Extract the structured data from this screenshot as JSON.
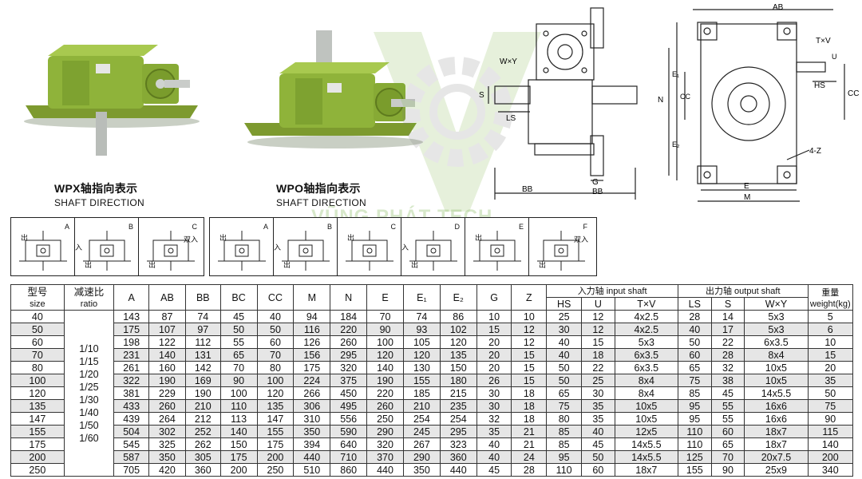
{
  "photos": [
    {
      "title": "WPX轴指向表示",
      "subtitle": "SHAFT DIRECTION"
    },
    {
      "title": "WPO轴指向表示",
      "subtitle": "SHAFT DIRECTION"
    }
  ],
  "watermark": "VŨNG PHÁT TECH",
  "drawing_labels": {
    "wxy": "W×Y",
    "s": "S",
    "ls": "LS",
    "bb": "BB",
    "g": "G",
    "bb2": "BB",
    "ab": "AB",
    "txv": "T×V",
    "u": "U",
    "hs": "HS",
    "cc": "CC",
    "n": "N",
    "e1": "E₁",
    "cc2": "CC",
    "e2": "E₂",
    "fz": "4-Z",
    "e": "E",
    "m": "M"
  },
  "directions": {
    "group1": [
      {
        "letter": "A",
        "labels": [
          "出"
        ]
      },
      {
        "letter": "B",
        "labels": [
          "入",
          "出"
        ]
      },
      {
        "letter": "C",
        "labels": [
          "双入",
          "出"
        ]
      }
    ],
    "group2": [
      {
        "letter": "A",
        "labels": [
          "出"
        ]
      },
      {
        "letter": "B",
        "labels": [
          "入",
          "出"
        ]
      },
      {
        "letter": "C",
        "labels": [
          "出"
        ]
      },
      {
        "letter": "D",
        "labels": [
          "入",
          "出"
        ]
      },
      {
        "letter": "E",
        "labels": [
          "出"
        ]
      },
      {
        "letter": "F",
        "labels": [
          "双入",
          "出"
        ]
      }
    ]
  },
  "table": {
    "h_size": "型号",
    "h_size_en": "size",
    "h_ratio": "减速比",
    "h_ratio_en": "ratio",
    "h_cols": [
      "A",
      "AB",
      "BB",
      "BC",
      "CC",
      "M",
      "N",
      "E",
      "E₁",
      "E₂",
      "G",
      "Z"
    ],
    "h_input": "入力轴 input shaft",
    "h_output": "出力轴 output shaft",
    "h_weight": "重量",
    "h_weight_en": "weight(kg)",
    "h_input_cols": [
      "HS",
      "U",
      "T×V"
    ],
    "h_output_cols": [
      "LS",
      "S",
      "W×Y"
    ],
    "ratios": [
      "1/10",
      "1/15",
      "1/20",
      "1/25",
      "1/30",
      "1/40",
      "1/50",
      "1/60"
    ],
    "rows": [
      [
        "40",
        "143",
        "87",
        "74",
        "45",
        "40",
        "94",
        "184",
        "70",
        "74",
        "86",
        "10",
        "10",
        "25",
        "12",
        "4x2.5",
        "28",
        "14",
        "5x3",
        "5"
      ],
      [
        "50",
        "175",
        "107",
        "97",
        "50",
        "50",
        "116",
        "220",
        "90",
        "93",
        "102",
        "15",
        "12",
        "30",
        "12",
        "4x2.5",
        "40",
        "17",
        "5x3",
        "6"
      ],
      [
        "60",
        "198",
        "122",
        "112",
        "55",
        "60",
        "126",
        "260",
        "100",
        "105",
        "120",
        "20",
        "12",
        "40",
        "15",
        "5x3",
        "50",
        "22",
        "6x3.5",
        "10"
      ],
      [
        "70",
        "231",
        "140",
        "131",
        "65",
        "70",
        "156",
        "295",
        "120",
        "120",
        "135",
        "20",
        "15",
        "40",
        "18",
        "6x3.5",
        "60",
        "28",
        "8x4",
        "15"
      ],
      [
        "80",
        "261",
        "160",
        "142",
        "70",
        "80",
        "175",
        "320",
        "140",
        "130",
        "150",
        "20",
        "15",
        "50",
        "22",
        "6x3.5",
        "65",
        "32",
        "10x5",
        "20"
      ],
      [
        "100",
        "322",
        "190",
        "169",
        "90",
        "100",
        "224",
        "375",
        "190",
        "155",
        "180",
        "26",
        "15",
        "50",
        "25",
        "8x4",
        "75",
        "38",
        "10x5",
        "35"
      ],
      [
        "120",
        "381",
        "229",
        "190",
        "100",
        "120",
        "266",
        "450",
        "220",
        "185",
        "215",
        "30",
        "18",
        "65",
        "30",
        "8x4",
        "85",
        "45",
        "14x5.5",
        "50"
      ],
      [
        "135",
        "433",
        "260",
        "210",
        "110",
        "135",
        "306",
        "495",
        "260",
        "210",
        "235",
        "30",
        "18",
        "75",
        "35",
        "10x5",
        "95",
        "55",
        "16x6",
        "75"
      ],
      [
        "147",
        "439",
        "264",
        "212",
        "113",
        "147",
        "310",
        "556",
        "250",
        "254",
        "254",
        "32",
        "18",
        "80",
        "35",
        "10x5",
        "95",
        "55",
        "16x6",
        "90"
      ],
      [
        "155",
        "504",
        "302",
        "252",
        "140",
        "155",
        "350",
        "590",
        "290",
        "245",
        "295",
        "35",
        "21",
        "85",
        "40",
        "12x5",
        "110",
        "60",
        "18x7",
        "115"
      ],
      [
        "175",
        "545",
        "325",
        "262",
        "150",
        "175",
        "394",
        "640",
        "320",
        "267",
        "323",
        "40",
        "21",
        "85",
        "45",
        "14x5.5",
        "110",
        "65",
        "18x7",
        "140"
      ],
      [
        "200",
        "587",
        "350",
        "305",
        "175",
        "200",
        "440",
        "710",
        "370",
        "290",
        "360",
        "40",
        "24",
        "95",
        "50",
        "14x5.5",
        "125",
        "70",
        "20x7.5",
        "200"
      ],
      [
        "250",
        "705",
        "420",
        "360",
        "200",
        "250",
        "510",
        "860",
        "440",
        "350",
        "440",
        "45",
        "28",
        "110",
        "60",
        "18x7",
        "155",
        "90",
        "25x9",
        "340"
      ]
    ]
  }
}
